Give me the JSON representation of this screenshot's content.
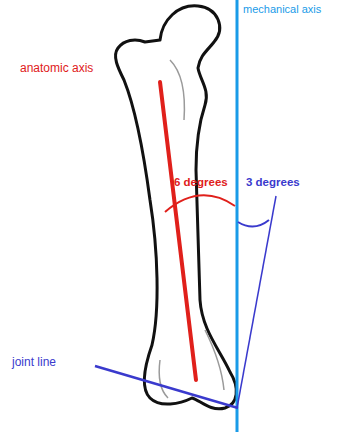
{
  "diagram": {
    "labels": [
      "mechanical axis",
      "anatomic axis",
      "6 degrees",
      "3 degrees",
      "joint line"
    ]
  }
}
